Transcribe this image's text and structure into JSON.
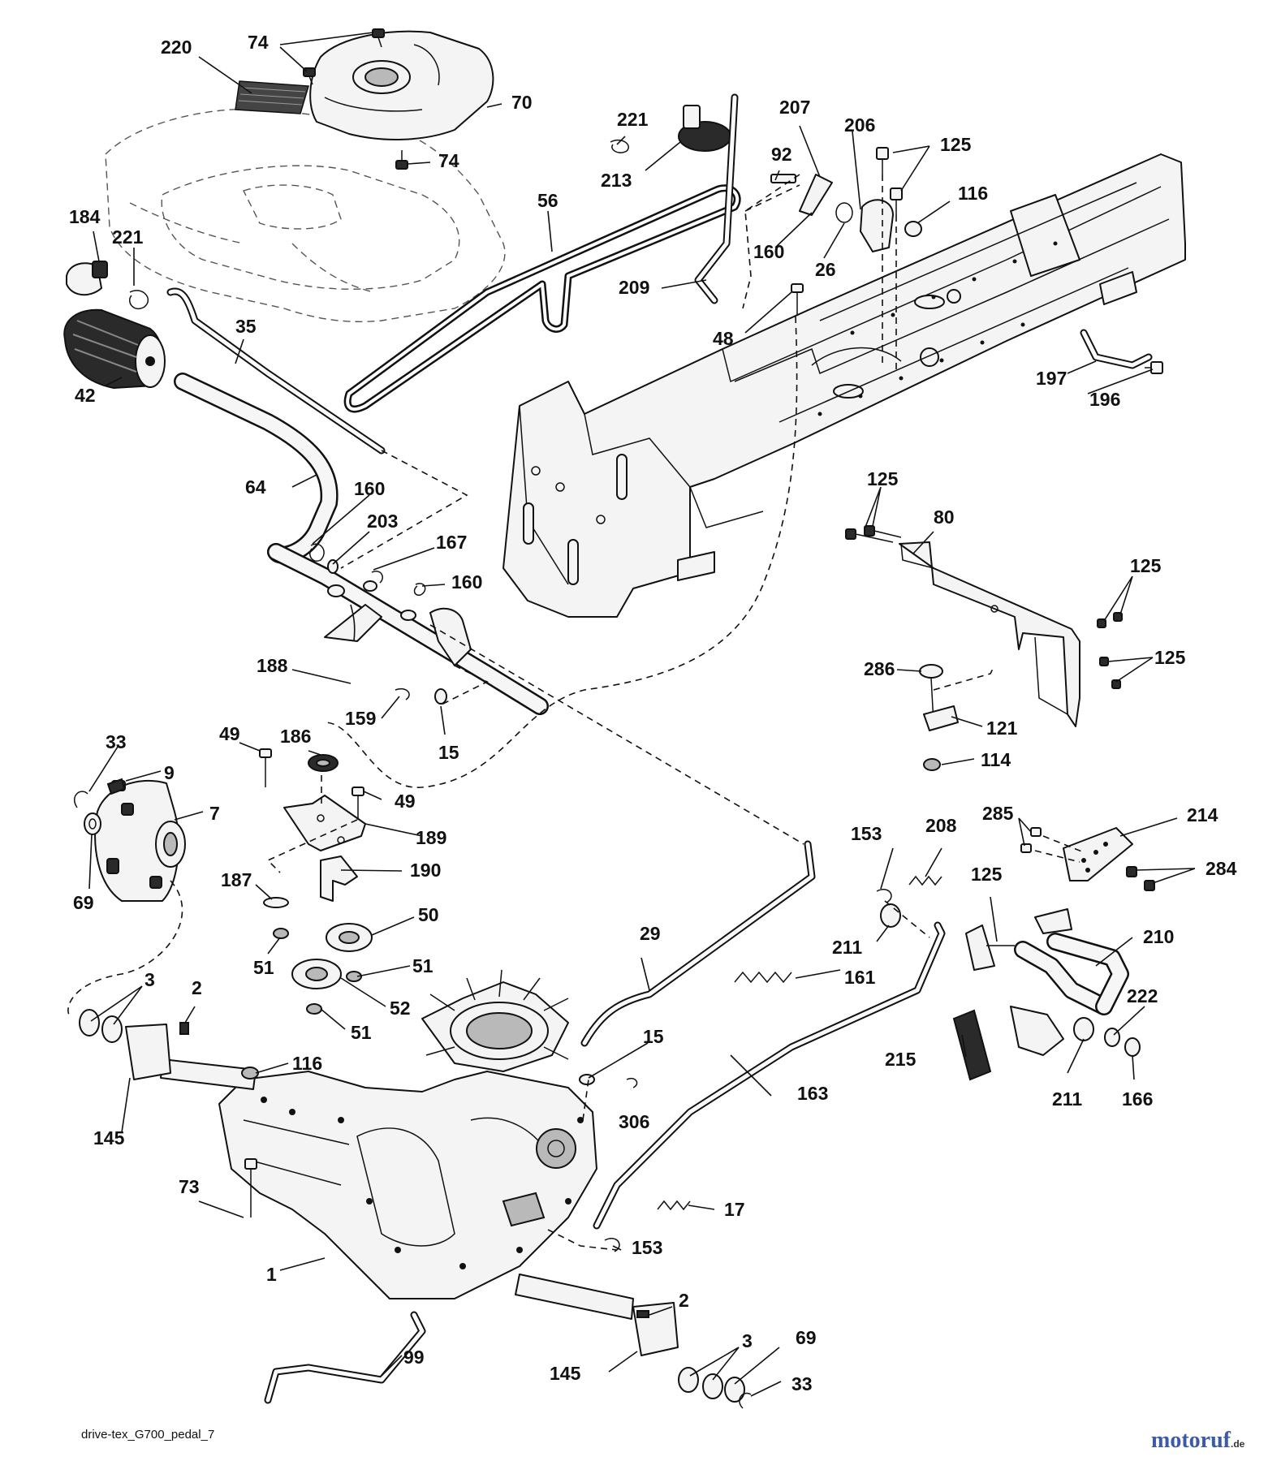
{
  "diagram": {
    "footer_code": "drive-tex_G700_pedal_7",
    "watermark": {
      "main": "motoruf",
      "suffix": ".de"
    },
    "callouts": [
      "220",
      "74",
      "70",
      "74",
      "184",
      "221",
      "42",
      "35",
      "56",
      "221",
      "213",
      "209",
      "207",
      "92",
      "160",
      "26",
      "206",
      "125",
      "116",
      "48",
      "197",
      "196",
      "64",
      "160",
      "203",
      "167",
      "160",
      "188",
      "159",
      "15",
      "125",
      "80",
      "125",
      "125",
      "286",
      "121",
      "114",
      "33",
      "9",
      "7",
      "69",
      "49",
      "186",
      "49",
      "189",
      "187",
      "190",
      "50",
      "51",
      "51",
      "52",
      "51",
      "153",
      "208",
      "285",
      "214",
      "284",
      "125",
      "29",
      "161",
      "211",
      "210",
      "3",
      "2",
      "116",
      "15",
      "222",
      "145",
      "306",
      "215",
      "211",
      "166",
      "163",
      "73",
      "17",
      "153",
      "1",
      "2",
      "99",
      "145",
      "3",
      "69",
      "33"
    ]
  }
}
